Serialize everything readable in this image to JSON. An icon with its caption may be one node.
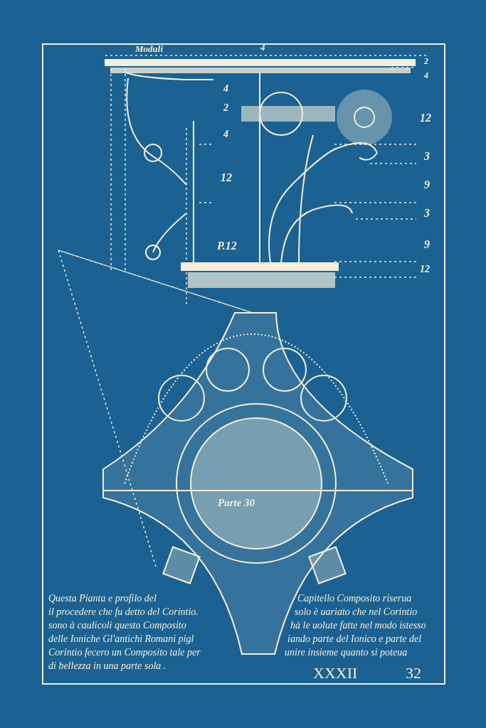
{
  "diagram": {
    "labels": [
      "Moduli",
      "4",
      "2",
      "4",
      "4",
      "2",
      "4",
      "12",
      "12",
      "3",
      "9",
      "3",
      "P.12",
      "9",
      "12",
      "Parte 30",
      "Questa Pianta e profilo del",
      "Capitello Composito riserua",
      "il procedere che fu detto del Corintio.",
      "solo è uariato che nel Corintio",
      "sono à caulicoli questo Composito",
      "hà le uolute fatte nel modo istesso",
      "delle Ioniche Gl'antichi Romani pigl",
      "iando parte del Ionico e parte del",
      "Corintio fecero un Composito tale per",
      "unire insieme quanto si poteua",
      "di bellezza in una parte sola .",
      "XXXII",
      "32"
    ]
  }
}
